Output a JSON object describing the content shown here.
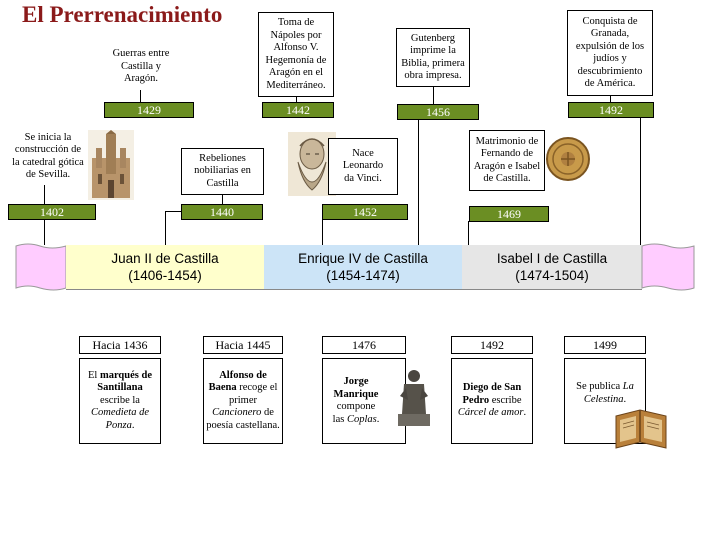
{
  "title": "El Prerrenacimiento",
  "top": {
    "guerras": [
      "Guerras entre",
      "Castilla y",
      "Aragón."
    ],
    "napoles": [
      "Toma de",
      "Nápoles por",
      "Alfonso V.",
      "Hegemonía de",
      "Aragón en el",
      "Mediterráneo."
    ],
    "gutenberg": [
      "Gutenberg",
      "imprime la",
      "Biblia, primera",
      "obra impresa."
    ],
    "granada": [
      "Conquista de",
      "Granada,",
      "expulsión de los",
      "judíos y",
      "descubrimiento",
      "de América."
    ],
    "sevilla": [
      "Se inicia la",
      "construcción de",
      "la catedral gótica",
      "de Sevilla."
    ],
    "rebeliones": [
      "Rebeliones",
      "nobiliarias en",
      "Castilla"
    ],
    "davinci": [
      "Nace Leonardo",
      "da Vinci."
    ],
    "matrimonio": [
      "Matrimonio de",
      "Fernando de",
      "Aragón e Isabel",
      "de Castilla."
    ]
  },
  "years_top": {
    "y1429": "1429",
    "y1442": "1442",
    "y1456": "1456",
    "y1492": "1492",
    "y1402": "1402",
    "y1440": "1440",
    "y1452": "1452",
    "y1469": "1469"
  },
  "reigns": {
    "juan": {
      "name": "Juan II de Castilla",
      "dates": "(1406-1454)"
    },
    "enrique": {
      "name": "Enrique IV de Castilla",
      "dates": "(1454-1474)"
    },
    "isabel": {
      "name": "Isabel I de Castilla",
      "dates": "(1474-1504)"
    }
  },
  "years_bottom": {
    "h1436": "Hacia 1436",
    "h1445": "Hacia 1445",
    "b1476": "1476",
    "b1492": "1492",
    "b1499": "1499"
  },
  "bottom": {
    "santillana": {
      "a": "El ",
      "b": "marqués de Santillana",
      "c": " escribe la ",
      "d": "Comedieta de Ponza",
      "e": "."
    },
    "baena": {
      "a": "Alfonso de Baena",
      "b": " recoge el primer ",
      "c": "Cancionero",
      "d": " de poesía castellana."
    },
    "manrique": {
      "a": "Jorge Manrique",
      "b": " compone las ",
      "c": "Coplas",
      "d": "."
    },
    "sanpedro": {
      "a": "Diego de San Pedro",
      "b": " escribe ",
      "c": "Cárcel de amor",
      "d": "."
    },
    "celestina": {
      "a": "Se publica ",
      "b": "La Celestina",
      "c": "."
    }
  },
  "colors": {
    "year_green": "#6b8e23",
    "title": "#8b1a1a",
    "band_pink": "#ffccff",
    "band_yellow": "#ffffcc",
    "band_blue": "#cce4f7",
    "band_gray": "#e6e6e6"
  }
}
